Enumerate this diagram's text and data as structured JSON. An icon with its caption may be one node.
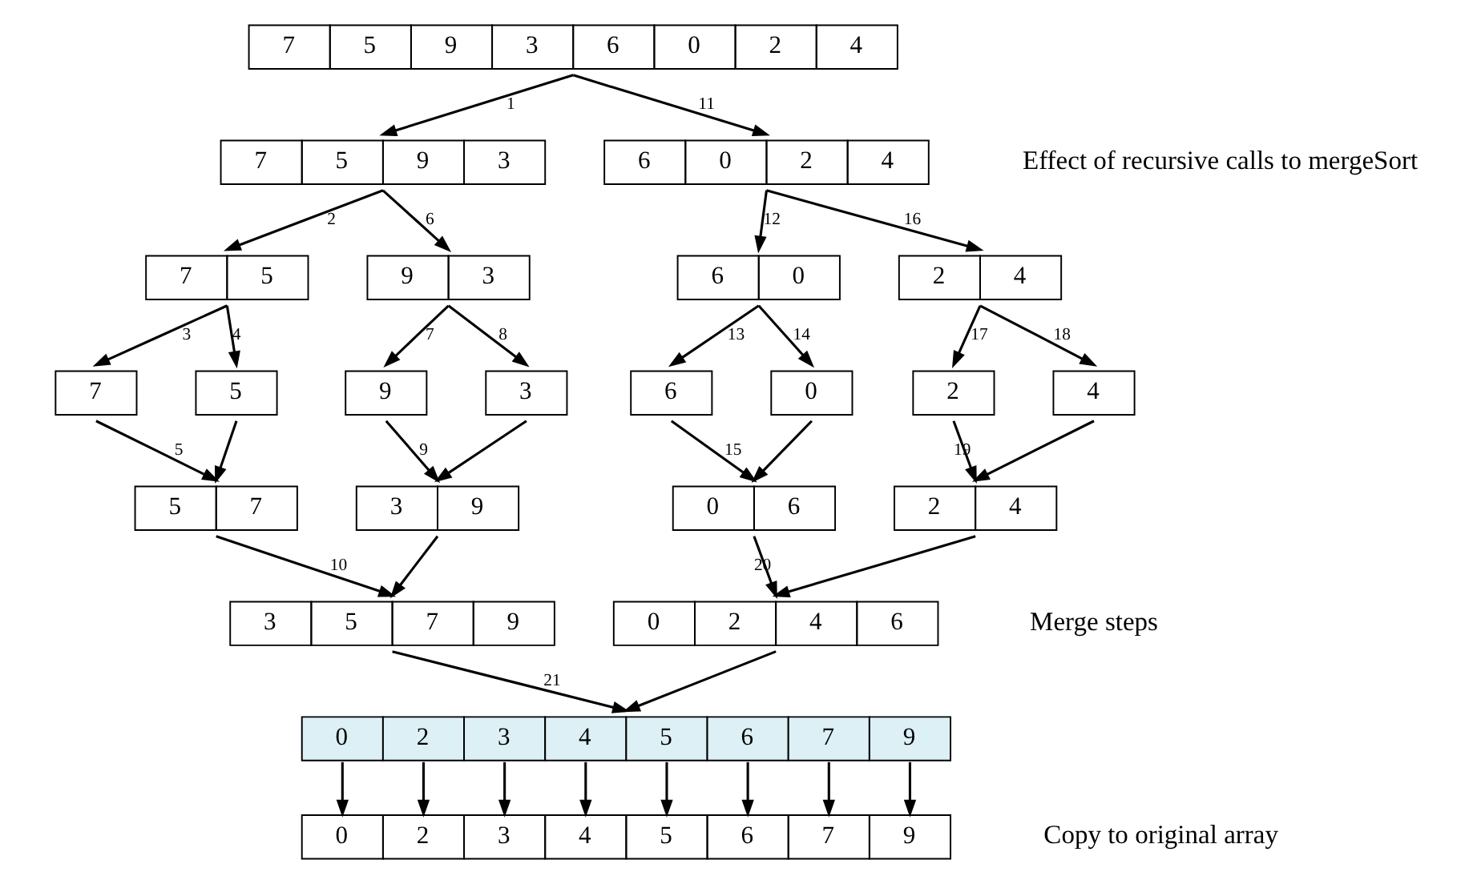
{
  "diagram": {
    "nodes": [
      {
        "text": [
          "7",
          "5",
          "9",
          "3",
          "6",
          "0",
          "2",
          "4"
        ]
      },
      {
        "text": [
          "7",
          "5",
          "9",
          "3"
        ]
      },
      {
        "text": [
          "6",
          "0",
          "2",
          "4"
        ]
      },
      {
        "text": [
          "7",
          "5"
        ]
      },
      {
        "text": [
          "9",
          "3"
        ]
      },
      {
        "text": [
          "6",
          "0"
        ]
      },
      {
        "text": [
          "2",
          "4"
        ]
      },
      {
        "text": [
          "7"
        ]
      },
      {
        "text": [
          "5"
        ]
      },
      {
        "text": [
          "9"
        ]
      },
      {
        "text": [
          "3"
        ]
      },
      {
        "text": [
          "6"
        ]
      },
      {
        "text": [
          "0"
        ]
      },
      {
        "text": [
          "2"
        ]
      },
      {
        "text": [
          "4"
        ]
      },
      {
        "text": [
          "5",
          "7"
        ]
      },
      {
        "text": [
          "3",
          "9"
        ]
      },
      {
        "text": [
          "0",
          "6"
        ]
      },
      {
        "text": [
          "2",
          "4"
        ]
      },
      {
        "text": [
          "3",
          "5",
          "7",
          "9"
        ]
      },
      {
        "text": [
          "0",
          "2",
          "4",
          "6"
        ]
      },
      {
        "text": [
          "0",
          "2",
          "3",
          "4",
          "5",
          "6",
          "7",
          "9"
        ]
      },
      {
        "text": [
          "0",
          "2",
          "3",
          "4",
          "5",
          "6",
          "7",
          "9"
        ]
      }
    ],
    "edges": [
      {
        "from": 0,
        "to": 1,
        "arrow": "to",
        "label": "1"
      },
      {
        "from": 0,
        "to": 2,
        "arrow": "to",
        "label": "11"
      },
      {
        "from": 1,
        "to": 3,
        "arrow": "to",
        "label": "2"
      },
      {
        "from": 1,
        "to": 4,
        "arrow": "to",
        "label": "6"
      },
      {
        "from": 2,
        "to": 5,
        "arrow": "to",
        "label": "12"
      },
      {
        "from": 2,
        "to": 6,
        "arrow": "to",
        "label": "16"
      },
      {
        "from": 3,
        "to": 7,
        "arrow": "to",
        "label": "3"
      },
      {
        "from": 3,
        "to": 8,
        "arrow": "to",
        "label": "4"
      },
      {
        "from": 4,
        "to": 9,
        "arrow": "to",
        "label": "7"
      },
      {
        "from": 4,
        "to": 10,
        "arrow": "to",
        "label": "8"
      },
      {
        "from": 5,
        "to": 11,
        "arrow": "to",
        "label": "13"
      },
      {
        "from": 5,
        "to": 12,
        "arrow": "to",
        "label": "14"
      },
      {
        "from": 6,
        "to": 13,
        "arrow": "to",
        "label": "17"
      },
      {
        "from": 6,
        "to": 14,
        "arrow": "to",
        "label": "18"
      },
      {
        "from": 7,
        "to": 15,
        "arrow": "to",
        "label": "5"
      },
      {
        "from": 8,
        "to": 15,
        "arrow": "to"
      },
      {
        "from": 9,
        "to": 16,
        "arrow": "to",
        "label": "9"
      },
      {
        "from": 10,
        "to": 16,
        "arrow": "to"
      },
      {
        "from": 11,
        "to": 17,
        "arrow": "to",
        "label": "15"
      },
      {
        "from": 12,
        "to": 17,
        "arrow": "to"
      },
      {
        "from": 13,
        "to": 18,
        "arrow": "to",
        "label": "19"
      },
      {
        "from": 14,
        "to": 18,
        "arrow": "to"
      },
      {
        "from": 15,
        "to": 19,
        "arrow": "to",
        "label": "10"
      },
      {
        "from": 16,
        "to": 19,
        "arrow": "to"
      },
      {
        "from": 17,
        "to": 20,
        "arrow": "to",
        "label": "20"
      },
      {
        "from": 18,
        "to": 20,
        "arrow": "to"
      },
      {
        "from": 19,
        "to": 21,
        "arrow": "to",
        "label": "21"
      },
      {
        "from": 20,
        "to": 21,
        "arrow": "to"
      },
      {
        "from": 21,
        "to": 22,
        "arrow": "to"
      },
      {
        "from": 21,
        "to": 22,
        "arrow": "to"
      },
      {
        "from": 21,
        "to": 22,
        "arrow": "to"
      },
      {
        "from": 21,
        "to": 22,
        "arrow": "to"
      },
      {
        "from": 21,
        "to": 22,
        "arrow": "to"
      },
      {
        "from": 21,
        "to": 22,
        "arrow": "to"
      },
      {
        "from": 21,
        "to": 22,
        "arrow": "to"
      },
      {
        "from": 21,
        "to": 22,
        "arrow": "to"
      }
    ],
    "labels": [
      "Effect of recursive calls to mergeSort",
      "Merge steps",
      "Copy to original array"
    ]
  }
}
